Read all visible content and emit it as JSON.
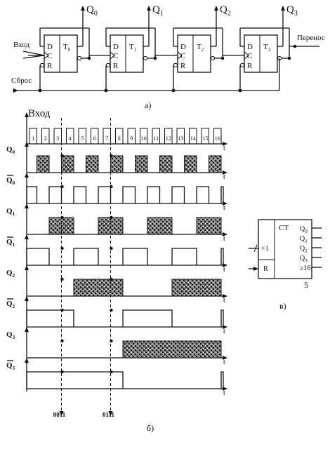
{
  "part_a": {
    "label": "а)",
    "input_label": "Вход",
    "reset_label": "Сброс",
    "carry_label": "Перенос",
    "flipflops": [
      {
        "name": "T",
        "sub": "0",
        "out": "Q",
        "out_sub": "0"
      },
      {
        "name": "T",
        "sub": "1",
        "out": "Q",
        "out_sub": "1"
      },
      {
        "name": "T",
        "sub": "2",
        "out": "Q",
        "out_sub": "2"
      },
      {
        "name": "T",
        "sub": "3",
        "out": "Q",
        "out_sub": "3"
      }
    ],
    "pins": {
      "d": "D",
      "c": "C",
      "r": "R"
    }
  },
  "part_b": {
    "label": "б)",
    "input_label": "Вход",
    "time_label": "t",
    "pulse_numbers": [
      "1",
      "2",
      "3",
      "4",
      "5",
      "6",
      "7",
      "8",
      "9",
      "10",
      "11",
      "12",
      "13",
      "14",
      "15",
      "16"
    ],
    "signals": [
      {
        "label": "Q",
        "sub": "0",
        "inverted": false
      },
      {
        "label": "Q",
        "sub": "0",
        "inverted": true
      },
      {
        "label": "Q",
        "sub": "1",
        "inverted": false
      },
      {
        "label": "Q",
        "sub": "1",
        "inverted": true
      },
      {
        "label": "Q",
        "sub": "2",
        "inverted": false
      },
      {
        "label": "Q",
        "sub": "2",
        "inverted": true
      },
      {
        "label": "Q",
        "sub": "3",
        "inverted": false
      },
      {
        "label": "Q",
        "sub": "3",
        "inverted": true
      }
    ],
    "markers": [
      "0011",
      "0111"
    ]
  },
  "part_c": {
    "label": "в)",
    "title": "СТ",
    "count_input": "+1",
    "reset_input": "R",
    "outputs": [
      {
        "label": "Q",
        "sub": "0"
      },
      {
        "label": "Q",
        "sub": "1"
      },
      {
        "label": "Q",
        "sub": "2"
      },
      {
        "label": "Q",
        "sub": "3"
      },
      {
        "label": "≥16",
        "sub": ""
      }
    ],
    "page_number": "5"
  }
}
